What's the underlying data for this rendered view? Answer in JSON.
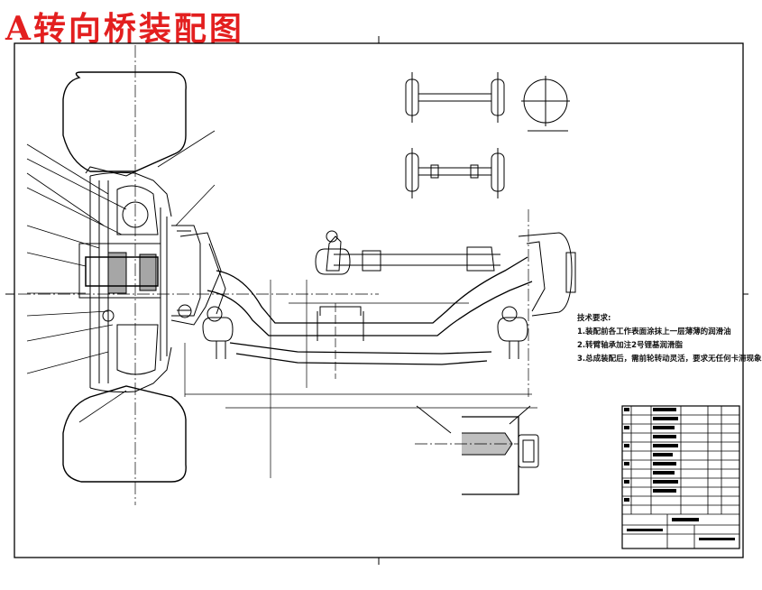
{
  "drawing": {
    "title": "A转向桥装配图",
    "tech_requirements": {
      "heading": "技术要求:",
      "items": [
        "1.装配前各工作表面涂抹上一层薄薄的润滑油",
        "2.转臂轴承加注2号锂基润滑脂",
        "3.总成装配后，需前轮转动灵活，要求无任何卡滞现象"
      ]
    }
  },
  "colors": {
    "title": "#e31f1f",
    "line": "#000000",
    "paper": "#ffffff"
  }
}
